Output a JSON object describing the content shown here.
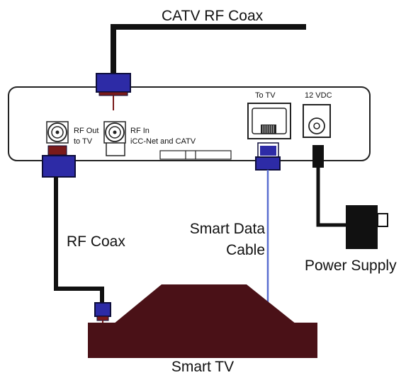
{
  "labels": {
    "catv_rf_coax": "CATV RF Coax",
    "to_tv": "To TV",
    "vdc_12": "12 VDC",
    "rf_out_line1": "RF Out",
    "rf_out_line2": "to TV",
    "rf_in_line1": "RF In",
    "rf_in_line2": "iCC-Net and CATV",
    "rf_coax": "RF Coax",
    "smart_data_line1": "Smart Data",
    "smart_data_line2": "Cable",
    "power_supply": "Power Supply",
    "smart_tv": "Smart TV"
  },
  "colors": {
    "cable": "#111111",
    "connector_blue": "#2d2ba6",
    "connector_outline": "#0d0d3a",
    "connector_red": "#7a1a1a",
    "tv_body": "#4a1117",
    "data_cable": "#5a6fd0",
    "device_outline": "#222222"
  }
}
